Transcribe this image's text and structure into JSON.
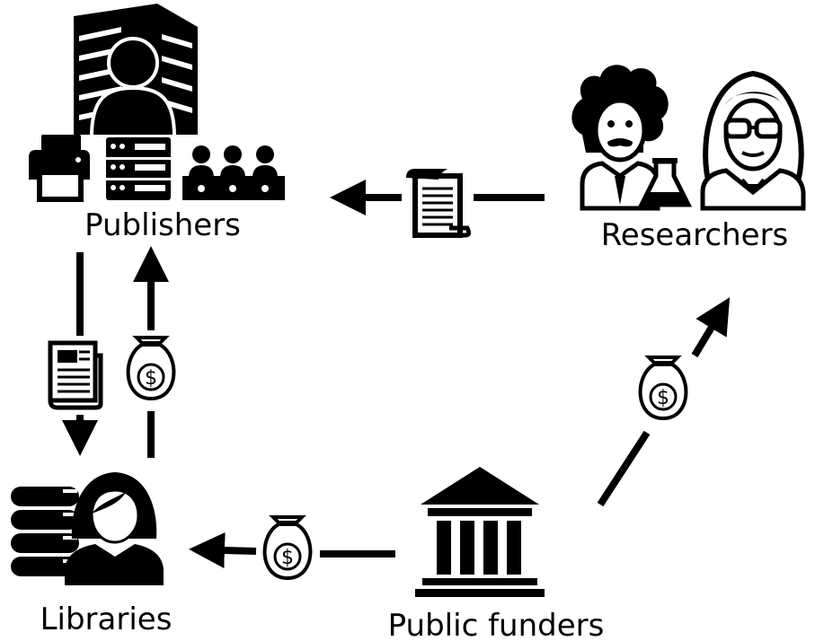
{
  "nodes": {
    "publishers": {
      "label": "Publishers"
    },
    "researchers": {
      "label": "Researchers"
    },
    "libraries": {
      "label": "Libraries"
    },
    "public_funders": {
      "label": "Public funders"
    }
  },
  "colors": {
    "ink": "#000000",
    "background": "#ffffff"
  },
  "icons": {
    "publishers": [
      "office-building-icon",
      "person-icon",
      "printer-icon",
      "server-rack-icon",
      "audience-icon"
    ],
    "researchers": [
      "scientist-man-icon",
      "flask-icon",
      "scientist-woman-icon"
    ],
    "libraries": [
      "book-stack-icon",
      "librarian-icon"
    ],
    "public_funders": [
      "bank-building-icon"
    ],
    "flows": [
      "manuscript-scroll-icon",
      "newspaper-icon",
      "money-bag-icon"
    ]
  },
  "money_symbol": "$"
}
